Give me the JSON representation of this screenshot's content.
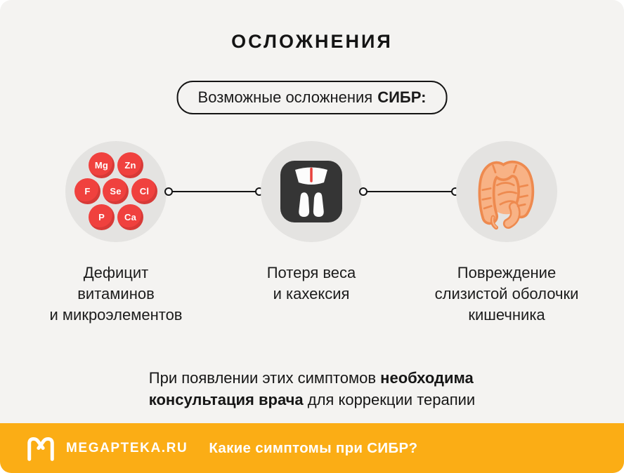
{
  "header": {
    "title": "ОСЛОЖНЕНИЯ"
  },
  "subtitle": {
    "regular": "Возможные осложнения",
    "bold": "СИБР:"
  },
  "items": [
    {
      "icon": "mineral-elements-icon",
      "elements": [
        "Mg",
        "Zn",
        "F",
        "Se",
        "Cl",
        "P",
        "Ca"
      ],
      "label_lines": [
        "Дефицит",
        "витаминов",
        "и микроэлементов"
      ]
    },
    {
      "icon": "weight-scale-icon",
      "label_lines": [
        "Потеря веса",
        "и кахексия"
      ]
    },
    {
      "icon": "intestine-icon",
      "label_lines": [
        "Повреждение",
        "слизистой оболочки",
        "кишечника"
      ]
    }
  ],
  "note": {
    "line1_regular": "При появлении этих симптомов ",
    "line1_bold": "необходима",
    "line2_bold": "консультация врача",
    "line2_regular": " для коррекции терапии"
  },
  "footer": {
    "brand": "MEGAPTEKA.RU",
    "question": "Какие симптомы при СИБР?"
  },
  "colors": {
    "background": "#F4F3F1",
    "accent_red": "#F0413E",
    "icon_circle_gray": "#E4E3E1",
    "scale_body": "#353535",
    "needle_red": "#E8423D",
    "intestine_fill": "#F8B285",
    "intestine_outline": "#EE8A4F",
    "footer_orange": "#FBAD15",
    "text": "#1A1A1A"
  }
}
